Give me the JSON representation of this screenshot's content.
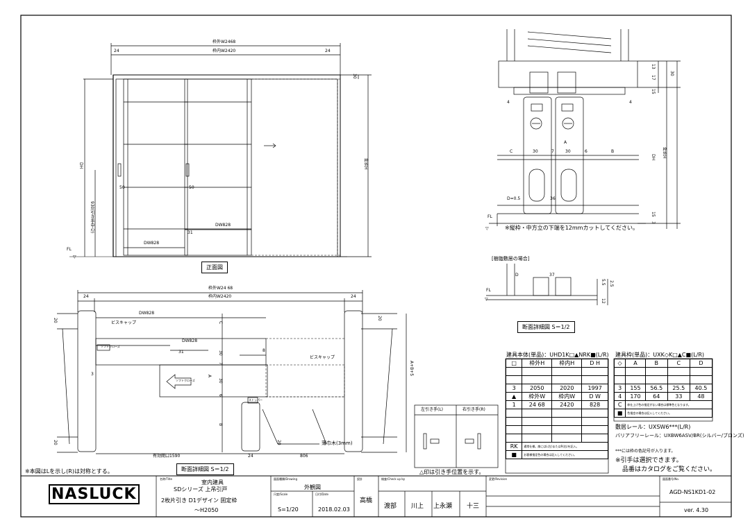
{
  "front": {
    "title": "正面図",
    "dims": {
      "outer_w": "枠外W2468",
      "inner_w": "枠内W2420",
      "side_24_l": "24",
      "side_24_r": "24",
      "dh": "DH",
      "frame_h": "枠外H",
      "top30": "30",
      "handle_h": "930(引き手中心)",
      "v50a": "50",
      "v50b": "50",
      "dw_a": "DW828",
      "dw_b": "DW828",
      "v31": "31",
      "fl": "FL"
    }
  },
  "section": {
    "title": "断面詳細図 S＝1/2",
    "dims": {
      "outer_w": "枠外W24 68",
      "inner_w": "枠内W2420",
      "l24": "24",
      "r24": "24",
      "dw_top": "DW828",
      "dw_mid": "DW828",
      "v31": "31",
      "v8": "8",
      "v3": "3",
      "c": "C",
      "a": "A",
      "b": "B",
      "v30a": "30",
      "v30b": "30",
      "v7": "7",
      "v6": "6",
      "v20a": "20",
      "v20b": "20",
      "v20c": "20",
      "v20d": "20",
      "abs": "A+B+5",
      "opening": "有効開口1590",
      "v24b": "24",
      "v806": "806",
      "cap1": "ビスキャップ",
      "cap2": "ビスキャップ",
      "soft1": "ソフトクローズ",
      "soft2": "ソフトクローズ",
      "thin": "薄巾木(3mm)",
      "stopper": "ストッパー"
    },
    "note": "※本図はLを示し(R)は対称とする。"
  },
  "detail": {
    "title": "断面詳細図 S＝1/2",
    "dims": {
      "v4l": "4",
      "v4r": "4",
      "c": "C",
      "v30a": "30",
      "v7": "7",
      "v30b": "30",
      "v6": "6",
      "b": "B",
      "a": "A",
      "d05": "D=0.5",
      "v36": "36",
      "v13": "13",
      "v17": "17",
      "v15": "15",
      "v30r": "30",
      "dh": "DH",
      "frame_h": "枠外H",
      "v3": "3",
      "v15b": "15",
      "fl": "FL"
    },
    "note": "※縦枠・中方立の下端を12mmカットしてください。",
    "resin_title": "[樹脂敷居の場合]",
    "resin_dims": {
      "d": "D",
      "v37": "37",
      "v55": "5.5",
      "v25": "2.5",
      "v12": "12",
      "fl": "FL"
    }
  },
  "handle": {
    "left_label": "左引き手(L)",
    "right_label": "右引き手(R)",
    "note": "△印は引き手位置を示す。"
  },
  "table1": {
    "title": "建具本体(単品)：UHD1K□▲NRK■(L/R)",
    "header": [
      "□",
      "枠外H",
      "枠内H",
      "D H"
    ],
    "rows": [
      [
        "",
        "",
        "",
        ""
      ],
      [
        "",
        "",
        "",
        ""
      ],
      [
        "3",
        "2050",
        "2020",
        "1997"
      ],
      [
        "▲",
        "枠外W",
        "枠内W",
        "D W"
      ],
      [
        "1",
        "24 68",
        "2420",
        "828"
      ],
      [
        "",
        "",
        "",
        ""
      ],
      [
        "",
        "",
        "",
        ""
      ],
      [
        "",
        "",
        "",
        ""
      ],
      [
        "",
        "",
        "",
        ""
      ]
    ],
    "rk_label": "RK",
    "rk_text": "通常仕様。扉にはL(左)またはR(右)を記入。",
    "black_label": "■",
    "black_text": "お客様指定色の場合は記入してください。"
  },
  "table2": {
    "title": "建具枠(単品)：UXK◇K□▲C■(L/R)",
    "header": [
      "◇",
      "A",
      "B",
      "C",
      "D"
    ],
    "rows": [
      [
        "",
        "",
        "",
        "",
        ""
      ],
      [
        "",
        "",
        "",
        "",
        ""
      ],
      [
        "3",
        "155",
        "56.5",
        "25.5",
        "40.5"
      ],
      [
        "4",
        "170",
        "64",
        "33",
        "48"
      ]
    ],
    "c_label": "C",
    "c_text": "枠仕上げ色の指定がない場合は標準色となります。",
    "black_label": "■",
    "black_text": "色指定の場合は記入してください。",
    "rail": "敷居レール：UXSW6***(L/R)",
    "barrier": "バリアフリーレール：UXBW6ASV/BR(シルバー/ブロンズ)",
    "note1": "***には枠の色記号が入ります。",
    "note2": "※引手は選択できます。",
    "note3": "品番はカタログをご覧ください。"
  },
  "titleblock": {
    "logo": "NASLUCK",
    "title_label": "名称/Title",
    "title_1": "室内建具",
    "title_2": "SDシリーズ 上吊引戸",
    "title_3": "2枚片引き D1デザイン 固定枠",
    "title_4": "～H2050",
    "drawing_label": "図面種類/Drawing",
    "drawing": "外観図",
    "scale_label": "尺度/Scale",
    "scale": "S=1/20",
    "date_label": "日付/Date",
    "date": "2018.02.03",
    "design_label": "設計",
    "design": "高橋",
    "check_label": "検査/Check up by",
    "names": [
      "渡部",
      "川上",
      "上永瀬",
      "十三"
    ],
    "revision_label": "変更/Revision",
    "drawing_no_label": "図面番号/No.",
    "drawing_no": "AGD-NS1KD1-02",
    "version": "ver. 4.30"
  }
}
